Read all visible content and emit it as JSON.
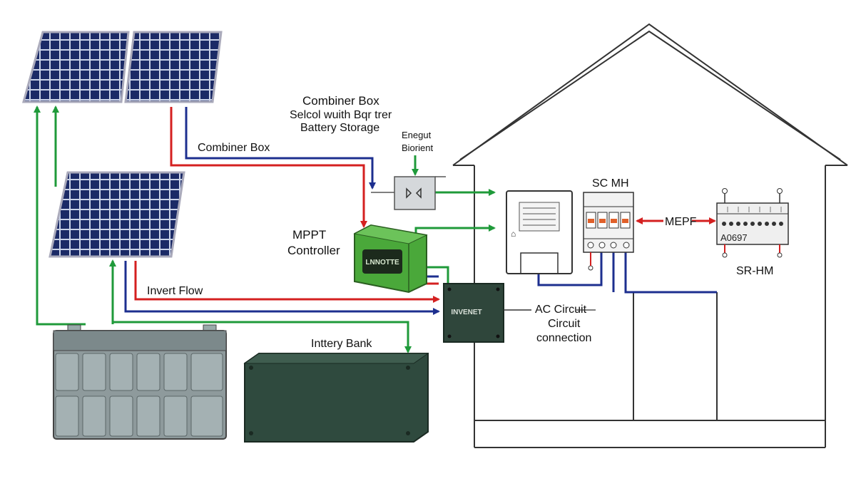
{
  "labels": {
    "combiner_box_top": "Combiner Box",
    "garbled_line": "Selcol wuith Bqr trer",
    "battery_storage": "Battery Storage",
    "enegut": "Enegut",
    "biorient": "Biorient",
    "combiner_box_left": "Combiner Box",
    "mppt_line1": "MPPT",
    "mppt_line2": "Controller",
    "invert_flow": "Invert Flow",
    "inttery_bank": "Inttery Bank",
    "sc_mh": "SC MH",
    "mepf": "MEPF",
    "sr_hm": "SR-HM",
    "ac_circuit_1": "AC Circuit",
    "ac_circuit_2": "Circuit",
    "ac_circuit_3": "connection",
    "mppt_device_text": "LNNOTTE",
    "inverter_device_text": "INVENET",
    "breaker_code": "A0697"
  },
  "colors": {
    "positive_wire": "#d42020",
    "negative_wire": "#1d2f8f",
    "ground_wire": "#1f9a3a",
    "solar_cell": "#1b2a66",
    "battery_gray": "#8e9a9c",
    "battery_bank_dark": "#2f4a3e",
    "mppt_green": "#4aa83a",
    "inverter_dark": "#2f463b"
  }
}
